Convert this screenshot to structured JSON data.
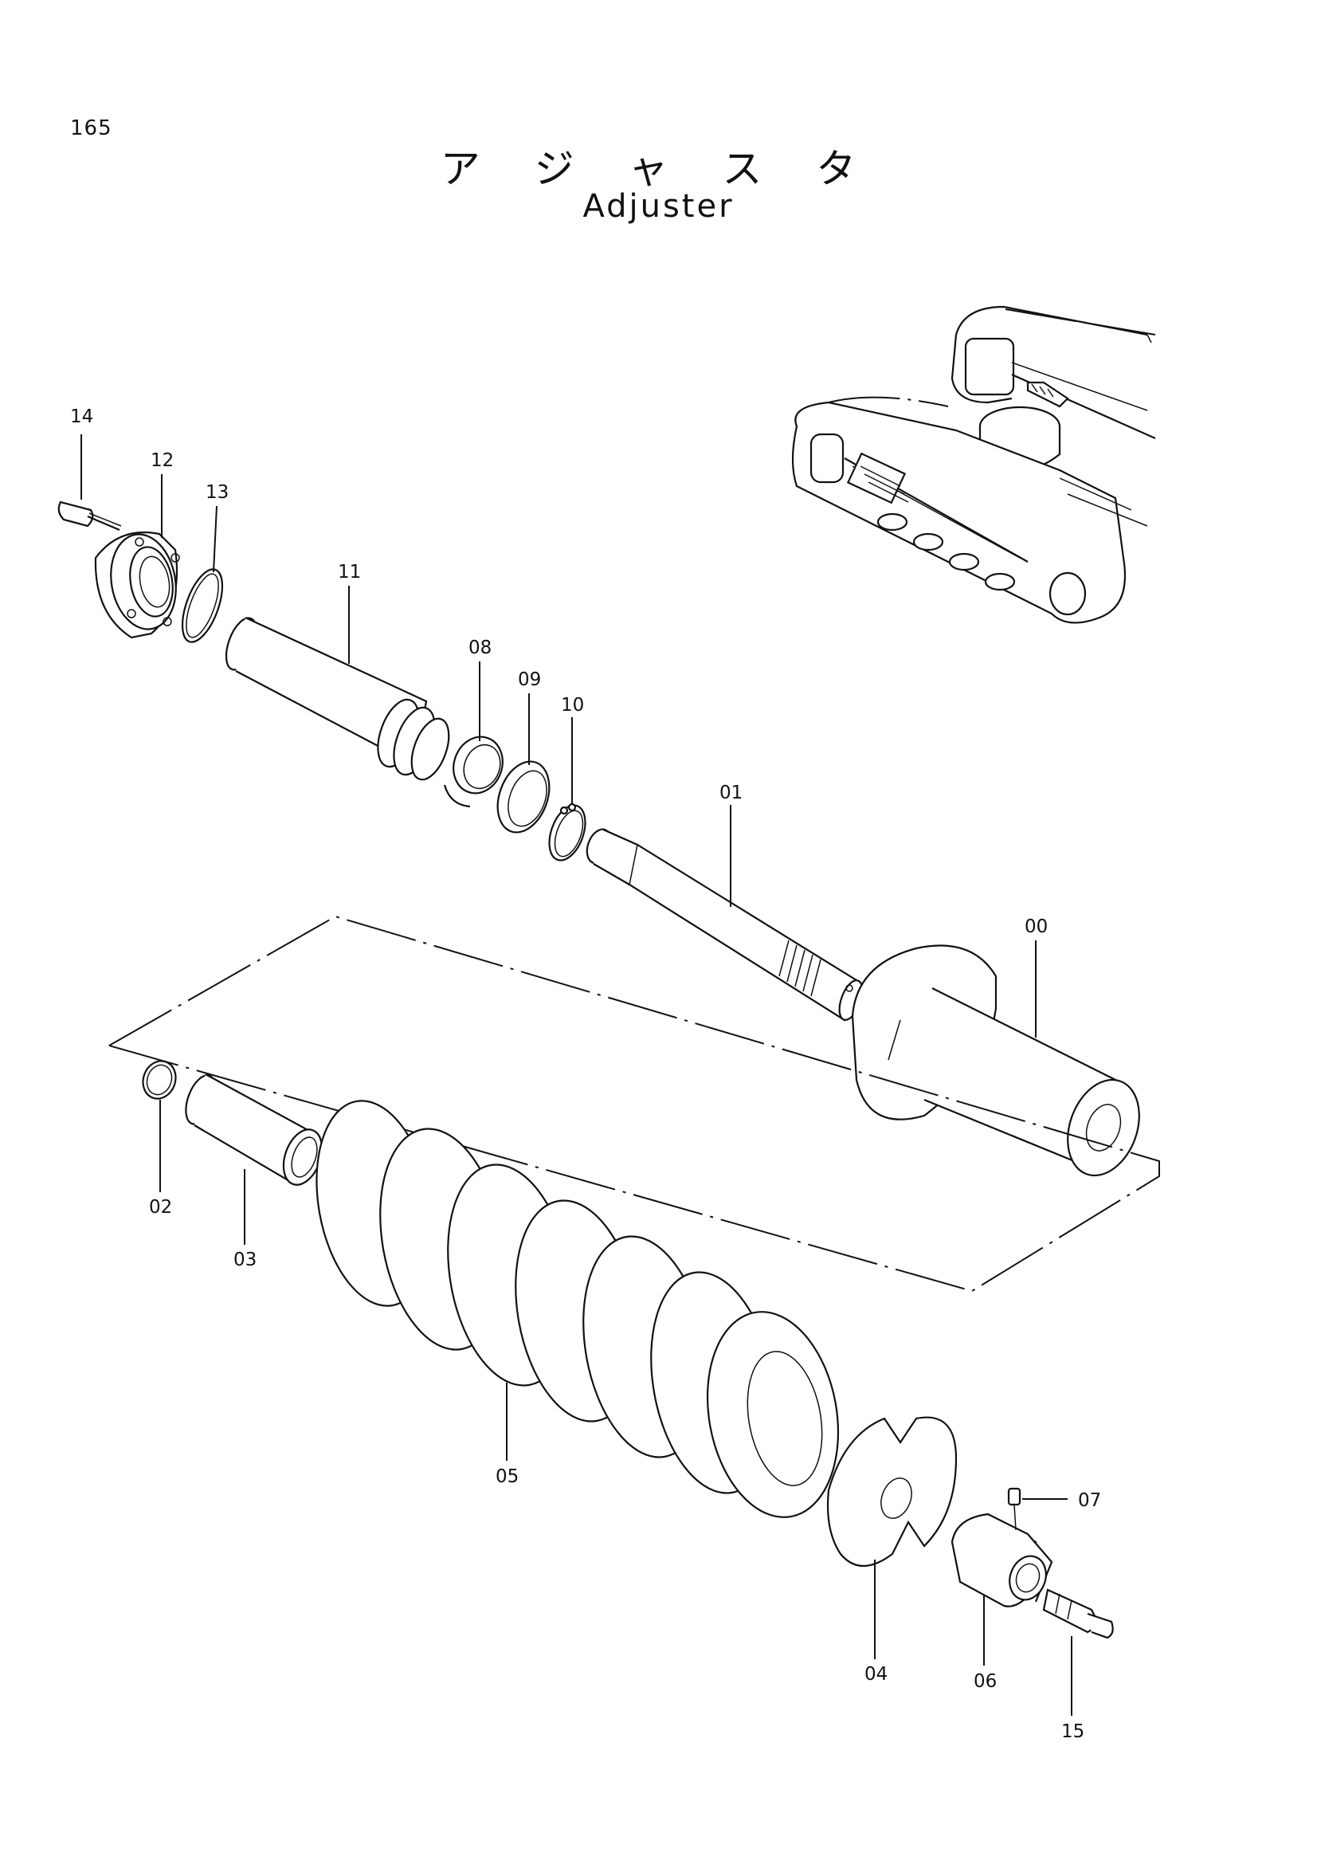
{
  "page": {
    "number": "165"
  },
  "title": {
    "japanese": "ア ジ ャ ス タ",
    "english": "Adjuster"
  },
  "parts": [
    {
      "id": "00"
    },
    {
      "id": "01"
    },
    {
      "id": "02"
    },
    {
      "id": "03"
    },
    {
      "id": "04"
    },
    {
      "id": "05"
    },
    {
      "id": "06"
    },
    {
      "id": "07"
    },
    {
      "id": "08"
    },
    {
      "id": "09"
    },
    {
      "id": "10"
    },
    {
      "id": "11"
    },
    {
      "id": "12"
    },
    {
      "id": "13"
    },
    {
      "id": "14"
    },
    {
      "id": "15"
    }
  ]
}
